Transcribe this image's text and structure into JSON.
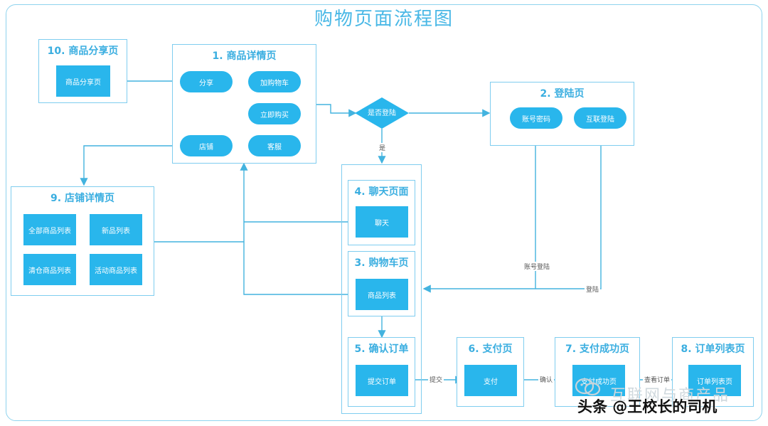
{
  "title": "购物页面流程图",
  "panels": {
    "share": {
      "title": "10. 商品分享页",
      "block": "商品分享页"
    },
    "detail": {
      "title": "1. 商品详情页",
      "buttons": [
        "分享",
        "加购物车",
        "立即购买",
        "店铺",
        "客服"
      ]
    },
    "login": {
      "title": "2. 登陆页",
      "buttons": [
        "账号密码",
        "互联登陆"
      ]
    },
    "shop": {
      "title": "9. 店铺详情页",
      "blocks": [
        "全部商品列表",
        "新品列表",
        "清仓商品列表",
        "活动商品列表"
      ]
    },
    "chat": {
      "title": "4. 聊天页面",
      "block": "聊天"
    },
    "cart": {
      "title": "3. 购物车页",
      "block": "商品列表"
    },
    "confirm": {
      "title": "5. 确认订单",
      "block": "提交订单"
    },
    "pay": {
      "title": "6. 支付页",
      "block": "支付"
    },
    "success": {
      "title": "7. 支付成功页",
      "block": "支付成功页"
    },
    "orders": {
      "title": "8. 订单列表页",
      "block": "订单列表页"
    }
  },
  "decision": "是否登陆",
  "edge_labels": {
    "yes": "是",
    "account_login": "账号登陆",
    "login": "登陆",
    "submit": "提交",
    "confirm": "确认",
    "view_order": "查看订单"
  },
  "watermark": {
    "line1": "互联网与商产品",
    "line2": "头条 @王校长的司机"
  },
  "colors": {
    "accent": "#29b6ec",
    "line": "#43b3df",
    "border": "#7fcdef"
  }
}
